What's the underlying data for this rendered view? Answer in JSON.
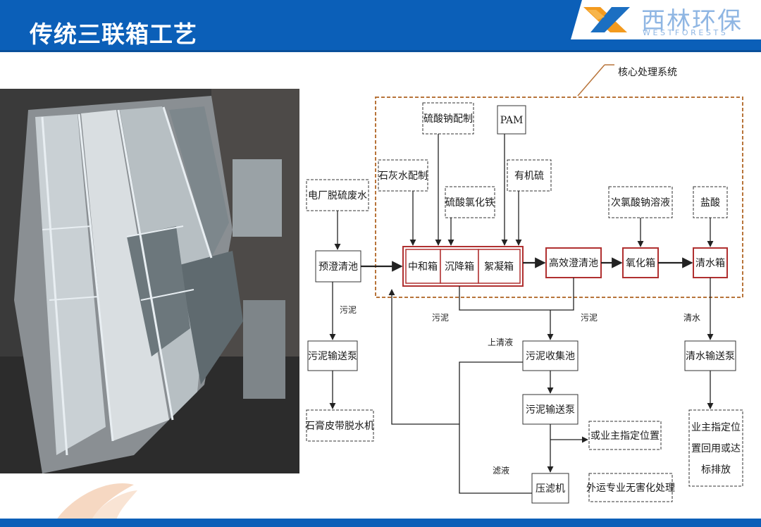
{
  "header": {
    "title": "传统三联箱工艺",
    "logo_cn": "西林环保",
    "logo_en": "WESTFORESTS"
  },
  "colors": {
    "brand_blue": "#0b5fb8",
    "core_border": "#b8743a",
    "highlight_red": "#b03030"
  },
  "diagram": {
    "core_label": "核心处理系统",
    "nodes": {
      "power_plant_wastewater": "电厂脱硫废水",
      "pre_settling_tank": "预澄清池",
      "lime_water_prep": "石灰水配制",
      "sodium_sulfide_prep": "硫酸钠配制",
      "ferric_chloride_sulfate": "硫酸氯化铁",
      "pam": "PAM",
      "organic_sulfur": "有机硫",
      "sodium_hypochlorite": "次氯酸钠溶液",
      "hydrochloric_acid": "盐酸",
      "neutralization_tank": "中和箱",
      "settling_tank": "沉降箱",
      "flocculation_tank": "絮凝箱",
      "hiefficiency_clarifier": "高效澄清池",
      "oxidation_tank": "氧化箱",
      "clear_water_tank": "清水箱",
      "sludge_pump_left": "污泥输送泵",
      "gypsum_belt_dewatering": "石膏皮带脱水机",
      "sludge_collection_tank": "污泥收集池",
      "sludge_pump_center": "污泥输送泵",
      "owner_location": "或业主指定位置",
      "filter_press": "压滤机",
      "external_disposal": "外运专业无害化处理",
      "clear_water_pump": "清水输送泵",
      "reuse_discharge_lines": [
        "业主指定位",
        "置回用或达",
        "标排放"
      ]
    },
    "edge_labels": {
      "sludge_left": "污泥",
      "sludge_center_left": "污泥",
      "sludge_center_right": "污泥",
      "supernatant": "上清液",
      "filtrate": "滤液",
      "clear_water": "清水"
    }
  }
}
